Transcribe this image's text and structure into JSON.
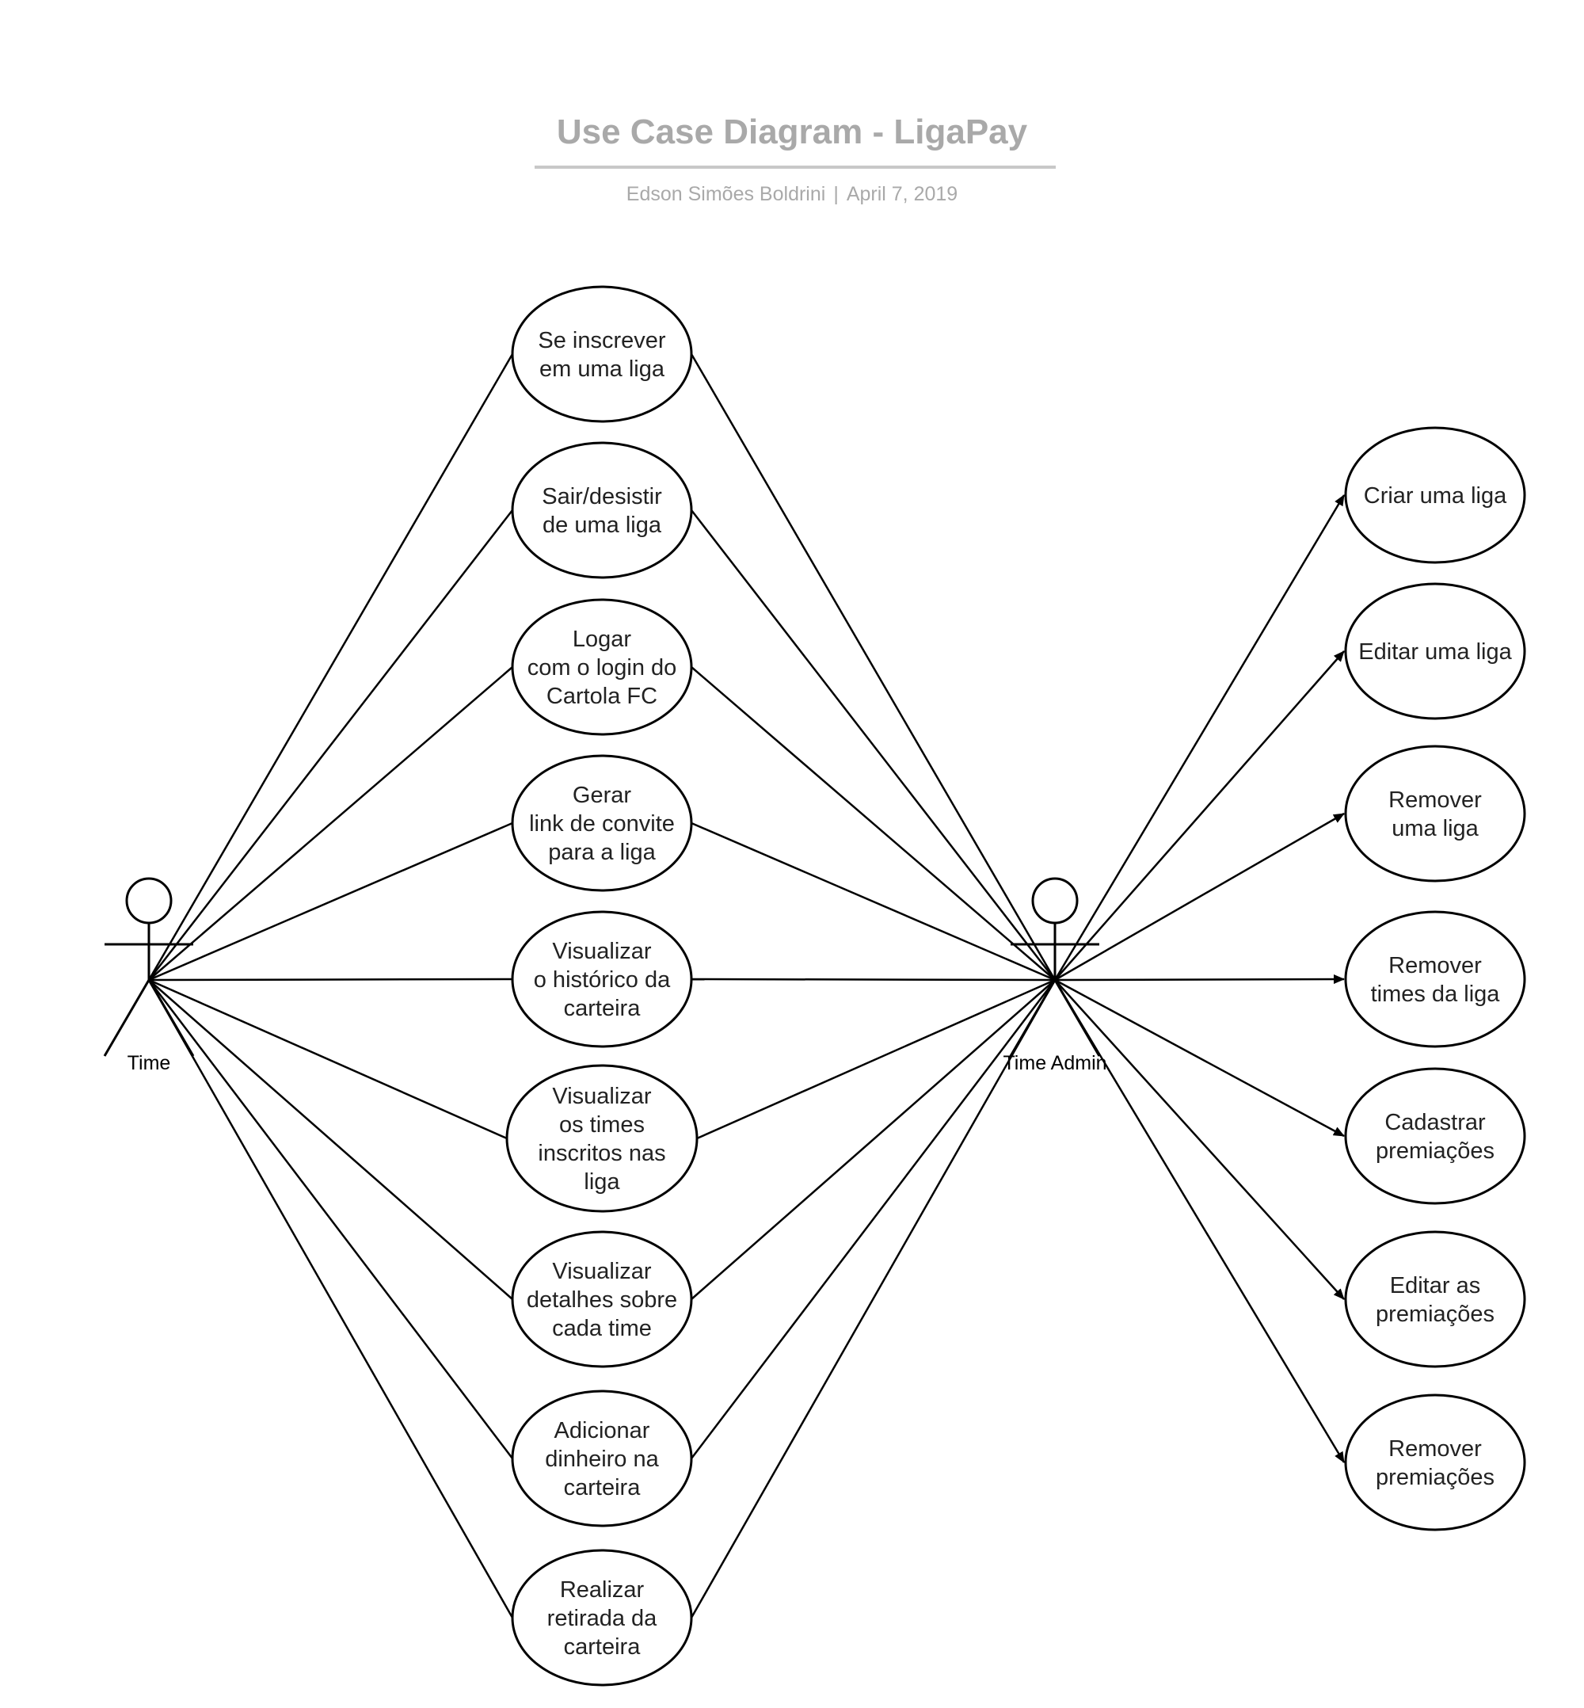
{
  "document": {
    "title": "Use Case Diagram - LigaPay",
    "author": "Edson Simões Boldrini",
    "separator": "|",
    "date": "April 7, 2019"
  },
  "actors": [
    {
      "id": "time",
      "label": "Time"
    },
    {
      "id": "time-admin",
      "label": "Time Admin"
    }
  ],
  "shared_use_cases": [
    {
      "lines": [
        "Se inscrever",
        "em uma liga"
      ]
    },
    {
      "lines": [
        "Sair/desistir",
        "de uma liga"
      ]
    },
    {
      "lines": [
        "Logar",
        "com o login do",
        "Cartola FC"
      ]
    },
    {
      "lines": [
        "Gerar",
        "link de convite",
        "para a liga"
      ]
    },
    {
      "lines": [
        "Visualizar",
        "o histórico da",
        "carteira"
      ]
    },
    {
      "lines": [
        "Visualizar",
        "os times",
        "inscritos nas",
        "liga"
      ]
    },
    {
      "lines": [
        "Visualizar",
        "detalhes sobre",
        "cada time"
      ]
    },
    {
      "lines": [
        "Adicionar",
        "dinheiro na",
        "carteira"
      ]
    },
    {
      "lines": [
        "Realizar",
        "retirada da",
        "carteira"
      ]
    }
  ],
  "admin_use_cases": [
    {
      "lines": [
        "Criar uma liga"
      ]
    },
    {
      "lines": [
        "Editar uma liga"
      ]
    },
    {
      "lines": [
        "Remover",
        "uma liga"
      ]
    },
    {
      "lines": [
        "Remover",
        "times da liga"
      ]
    },
    {
      "lines": [
        "Cadastrar",
        "premiações"
      ]
    },
    {
      "lines": [
        "Editar as",
        "premiações"
      ]
    },
    {
      "lines": [
        "Remover",
        "premiações"
      ]
    }
  ]
}
